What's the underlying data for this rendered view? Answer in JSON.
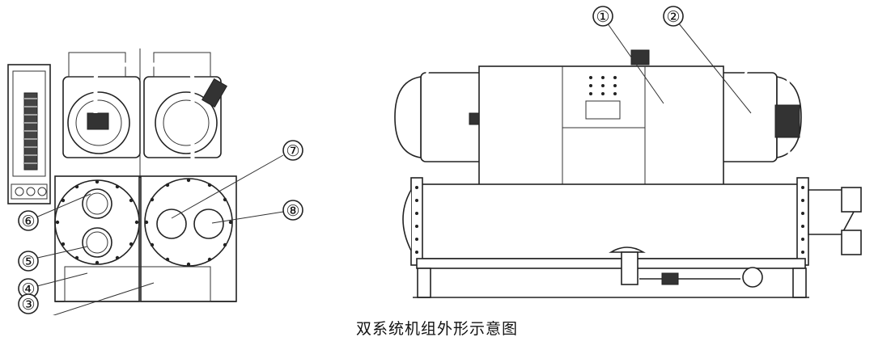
{
  "caption": "双系统机组外形示意图",
  "callouts": [
    "①",
    "②",
    "③",
    "④",
    "⑤",
    "⑥",
    "⑦",
    "⑧"
  ]
}
